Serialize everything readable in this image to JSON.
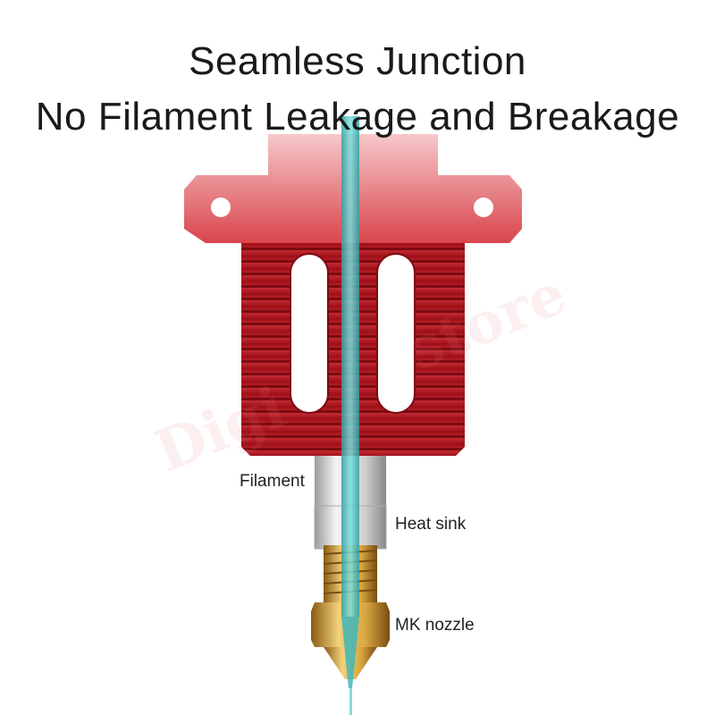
{
  "header": {
    "line1": "Seamless Junction",
    "line2": "No Filament Leakage and Breakage"
  },
  "labels": {
    "filament": "Filament",
    "heat_sink": "Heat sink",
    "nozzle": "MK nozzle"
  },
  "watermark": "Digi... store",
  "colors": {
    "heatsink_red": "#b0141c",
    "filament_teal": "#3fb7b9",
    "brass": "#d7a640",
    "title": "#1a1a1a"
  }
}
